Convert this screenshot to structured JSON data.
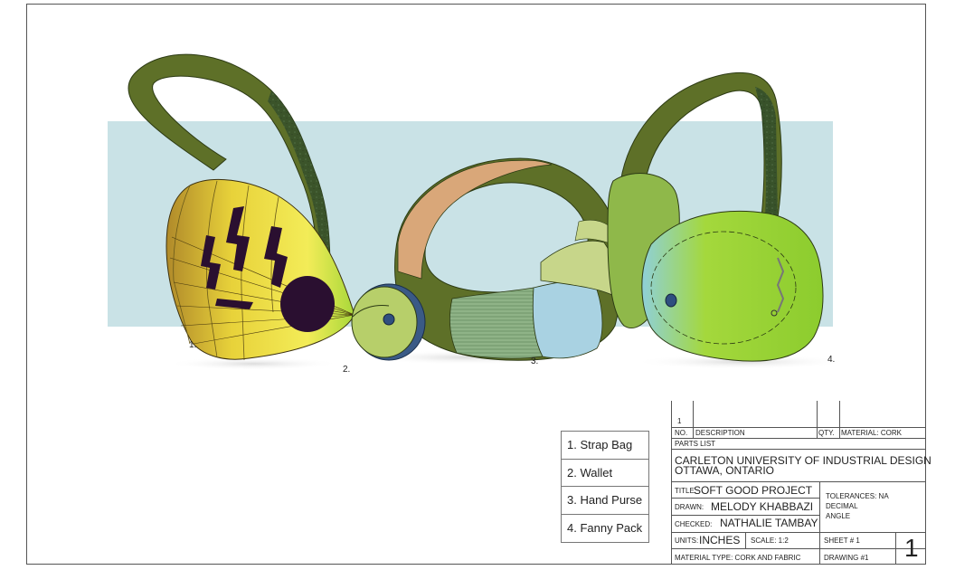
{
  "callouts": [
    "1.",
    "2.",
    "3.",
    "4."
  ],
  "legend": [
    {
      "label": "1. Strap Bag"
    },
    {
      "label": "2. Wallet"
    },
    {
      "label": "3. Hand Purse"
    },
    {
      "label": "4. Fanny Pack"
    }
  ],
  "title_block": {
    "revision": "1",
    "header_no": "NO.",
    "header_description": "DESCRIPTION",
    "header_qty": "QTY.",
    "header_material": "MATERIAL: CORK",
    "parts_list": "PARTS LIST",
    "university": "CARLETON UNIVERSITY OF INDUSTRIAL DESIGN",
    "location": "OTTAWA, ONTARIO",
    "title_label": "TITLE:",
    "title_value": "SOFT GOOD PROJECT",
    "drawn_label": "DRAWN:",
    "drawn_value": "MELODY KHABBAZI",
    "checked_label": "CHECKED:",
    "checked_value": "NATHALIE TAMBAY",
    "tolerances": "TOLERANCES: NA",
    "decimal": "DECIMAL",
    "angle": "ANGLE",
    "units_label": "UNITS:",
    "units_value": "INCHES",
    "scale": "SCALE: 1:2",
    "sheet": "SHEET # 1",
    "drawing_number": "1",
    "material_type": "MATERIAL TYPE: CORK AND FABRIC",
    "drawing": "DRAWING #1"
  },
  "colors": {
    "backdrop": "#c9e2e6",
    "olive": "#5e7028",
    "olive_dark": "#34461a",
    "cork": "#d9a779",
    "lime": "#9bd13a",
    "yellow": "#f0e14a",
    "fabric_blue": "#a9d2e2",
    "eggplant": "#2a0f30"
  }
}
